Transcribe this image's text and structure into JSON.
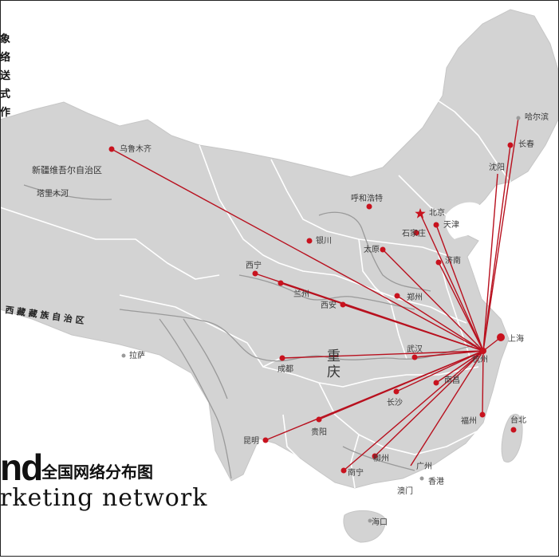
{
  "side_note": [
    "象",
    "络",
    "送",
    "式",
    "作"
  ],
  "brand": {
    "mark": "nd",
    "title_cn": "全国网络分布图",
    "title_en": "rketing network"
  },
  "hub": {
    "name": "杭州"
  },
  "cities": [
    {
      "id": "harbin",
      "name": "哈尔滨",
      "marker": "small"
    },
    {
      "id": "changchun",
      "name": "长春",
      "marker": "dot"
    },
    {
      "id": "shenyang",
      "name": "沈阳",
      "marker": "none"
    },
    {
      "id": "urumqi",
      "name": "乌鲁木齐",
      "marker": "dot"
    },
    {
      "id": "hohhot",
      "name": "呼和浩特",
      "marker": "dot"
    },
    {
      "id": "beijing",
      "name": "北京",
      "marker": "star"
    },
    {
      "id": "tianjin",
      "name": "天津",
      "marker": "dot"
    },
    {
      "id": "shijiazhuang",
      "name": "石家庄",
      "marker": "dot"
    },
    {
      "id": "yinchuan",
      "name": "银川",
      "marker": "dot"
    },
    {
      "id": "taiyuan",
      "name": "太原",
      "marker": "dot"
    },
    {
      "id": "jinan",
      "name": "济南",
      "marker": "dot"
    },
    {
      "id": "xining",
      "name": "西宁",
      "marker": "dot"
    },
    {
      "id": "lanzhou",
      "name": "兰州",
      "marker": "dot"
    },
    {
      "id": "xian",
      "name": "西安",
      "marker": "dot"
    },
    {
      "id": "zhengzhou",
      "name": "郑州",
      "marker": "dot"
    },
    {
      "id": "shanghai",
      "name": "上海",
      "marker": "big"
    },
    {
      "id": "lhasa",
      "name": "拉萨",
      "marker": "small"
    },
    {
      "id": "chengdu",
      "name": "成都",
      "marker": "dot"
    },
    {
      "id": "wuhan",
      "name": "武汉",
      "marker": "dot"
    },
    {
      "id": "nanchang",
      "name": "南昌",
      "marker": "dot"
    },
    {
      "id": "changsha",
      "name": "长沙",
      "marker": "dot"
    },
    {
      "id": "guiyang",
      "name": "贵阳",
      "marker": "dot"
    },
    {
      "id": "kunming",
      "name": "昆明",
      "marker": "dot"
    },
    {
      "id": "fuzhou",
      "name": "福州",
      "marker": "dot"
    },
    {
      "id": "taibei",
      "name": "台北",
      "marker": "dot"
    },
    {
      "id": "liuzhou",
      "name": "柳州",
      "marker": "dot"
    },
    {
      "id": "guangzhou",
      "name": "广州",
      "marker": "none"
    },
    {
      "id": "nanning",
      "name": "南宁",
      "marker": "dot"
    },
    {
      "id": "hongkong",
      "name": "香港",
      "marker": "small"
    },
    {
      "id": "macau",
      "name": "澳门",
      "marker": "none"
    },
    {
      "id": "haikou",
      "name": "海口",
      "marker": "small"
    }
  ],
  "region_labels": [
    {
      "id": "xinjiang",
      "text": "新疆维吾尔自治区"
    },
    {
      "id": "tarim",
      "text": "塔里木河"
    },
    {
      "id": "xizang",
      "text": "西 藏 藏 族 自 治 区"
    },
    {
      "id": "chongqing",
      "text": "重庆"
    }
  ],
  "routes": [
    "harbin",
    "changchun",
    "shenyang",
    "urumqi",
    "beijing",
    "tianjin",
    "taiyuan",
    "jinan",
    "xining",
    "lanzhou",
    "xian",
    "zhengzhou",
    "chengdu",
    "wuhan",
    "nanchang",
    "changsha",
    "guiyang",
    "kunming",
    "fuzhou",
    "liuzhou",
    "guangzhou",
    "nanning",
    "shanghai"
  ],
  "colors": {
    "route": "#b8101e",
    "marker": "#c8121e",
    "land": "#d3d3d3",
    "border": "#ffffff",
    "river": "#9a9a9a"
  }
}
